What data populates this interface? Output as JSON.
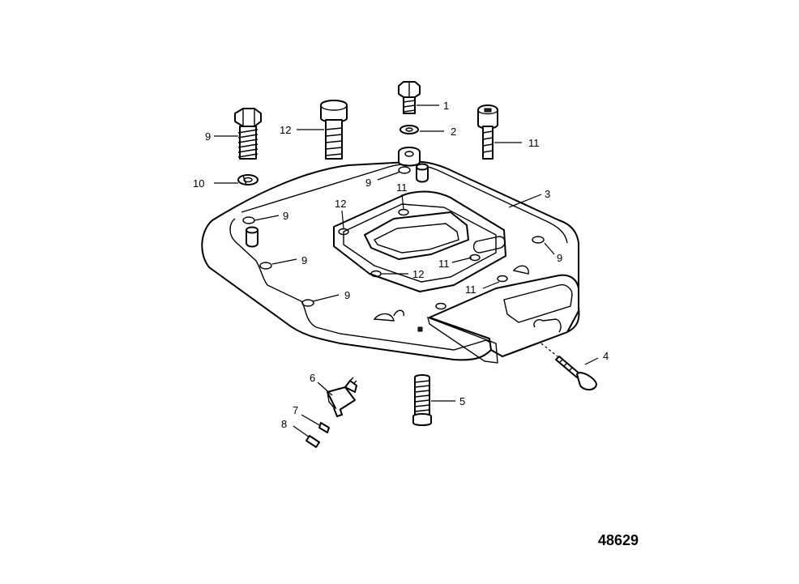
{
  "figure_number": "48629",
  "callouts": [
    {
      "id": "c1",
      "text": "1"
    },
    {
      "id": "c2",
      "text": "2"
    },
    {
      "id": "c3",
      "text": "3"
    },
    {
      "id": "c4",
      "text": "4"
    },
    {
      "id": "c5",
      "text": "5"
    },
    {
      "id": "c6",
      "text": "6"
    },
    {
      "id": "c7",
      "text": "7"
    },
    {
      "id": "c8",
      "text": "8"
    },
    {
      "id": "c9a",
      "text": "9"
    },
    {
      "id": "c9b",
      "text": "9"
    },
    {
      "id": "c9c",
      "text": "9"
    },
    {
      "id": "c9d",
      "text": "9"
    },
    {
      "id": "c9e",
      "text": "9"
    },
    {
      "id": "c9f",
      "text": "9"
    },
    {
      "id": "c10",
      "text": "10"
    },
    {
      "id": "c11a",
      "text": "11"
    },
    {
      "id": "c11b",
      "text": "11"
    },
    {
      "id": "c11c",
      "text": "11"
    },
    {
      "id": "c11d",
      "text": "11"
    },
    {
      "id": "c12a",
      "text": "12"
    },
    {
      "id": "c12b",
      "text": "12"
    },
    {
      "id": "c12c",
      "text": "12"
    }
  ]
}
